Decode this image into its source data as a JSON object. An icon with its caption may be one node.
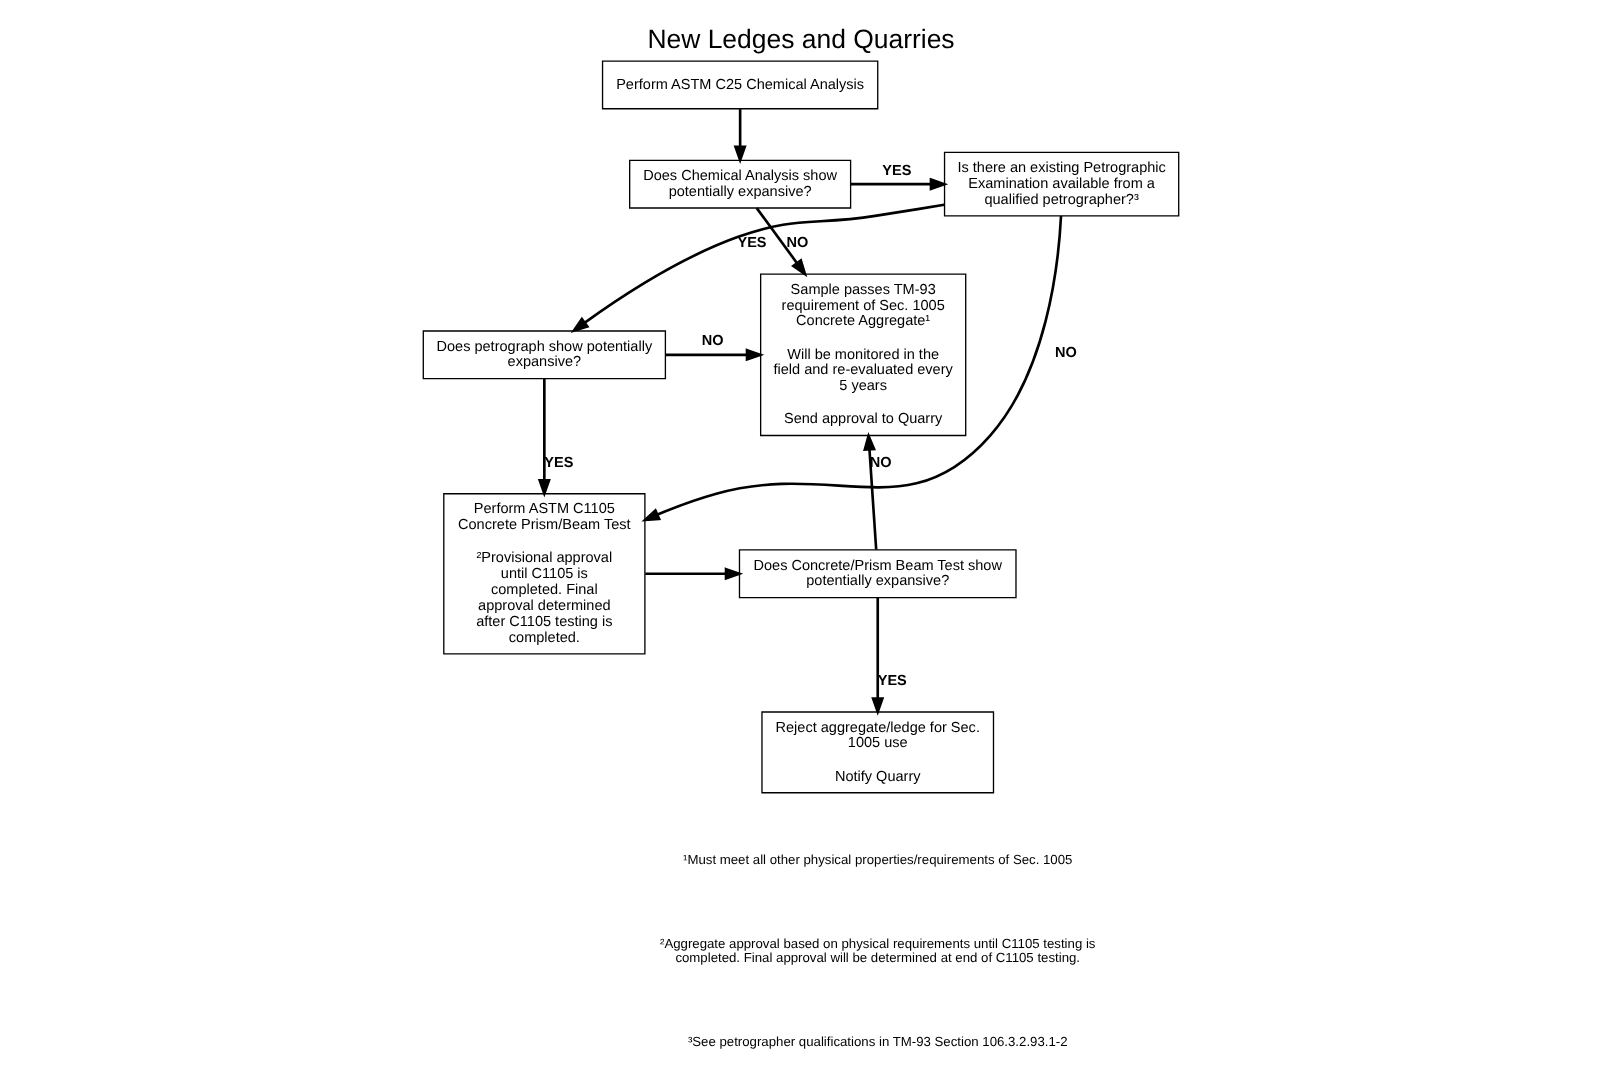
{
  "diagram": {
    "title": "New Ledges and Quarries",
    "nodes": [
      {
        "text": [
          "Perform ASTM C25 Chemical Analysis"
        ]
      },
      {
        "text": [
          "Is there an existing Petrographic Examination available from a qualified petrographer?³"
        ]
      },
      {
        "text": [
          "Does Chemical Analysis show potentially expansive?"
        ]
      },
      {
        "text": [
          "Does petrograph show potentially expansive?"
        ]
      },
      {
        "text": [
          "Sample passes TM-93 requirement of Sec. 1005 Concrete Aggregate¹",
          "Will be monitored in the field and re-evaluated every 5 years",
          "Send approval to Quarry"
        ]
      },
      {
        "text": [
          "Perform ASTM C1105 Concrete Prism/Beam Test",
          "²Provisional approval until C1105 is completed. Final approval determined after C1105 testing is completed."
        ]
      },
      {
        "text": [
          "Does Concrete/Prism Beam Test show potentially expansive?"
        ]
      },
      {
        "text": [
          "Reject aggregate/ledge for Sec. 1005 use",
          "Notify Quarry"
        ]
      }
    ],
    "edges": [
      {
        "from": 0,
        "to": 2,
        "arrow": "to"
      },
      {
        "from": 2,
        "to": 1,
        "arrow": "to",
        "label": "YES"
      },
      {
        "from": 2,
        "to": 4,
        "arrow": "to",
        "label": "NO"
      },
      {
        "from": 1,
        "to": 5,
        "arrow": "to",
        "label": "NO"
      },
      {
        "from": 1,
        "to": 3,
        "arrow": "to",
        "label": "YES"
      },
      {
        "from": 3,
        "to": 5,
        "arrow": "to",
        "label": "YES"
      },
      {
        "from": 3,
        "to": 4,
        "arrow": "to",
        "label": "NO"
      },
      {
        "from": 5,
        "to": 6,
        "arrow": "to"
      },
      {
        "from": 6,
        "to": 4,
        "arrow": "to",
        "label": "NO"
      },
      {
        "from": 6,
        "to": 7,
        "arrow": "to",
        "label": "YES"
      }
    ],
    "labels": [
      "¹Must meet all other physical properties/requirements of Sec. 1005",
      "²Aggregate approval based on physical requirements until C1105 testing is completed. Final approval will be determined at end of C1105 testing.",
      "³See petrographer qualifications in TM-93 Section 106.3.2.93.1-2"
    ]
  }
}
